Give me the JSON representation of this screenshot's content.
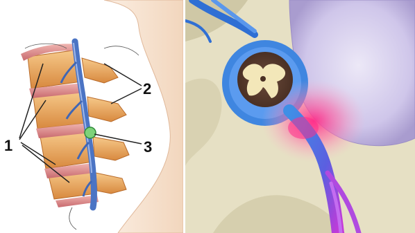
{
  "left_illustration": {
    "labels": {
      "one": "1",
      "two": "2",
      "three": "3"
    }
  },
  "right_illustration": {},
  "colors": {
    "skin": "#f7e2cf",
    "bone": "#e9a257",
    "disc": "#d98a8a",
    "nerve": "#4b74c4",
    "compression": "#ff2d8a",
    "nerve_root": "#9a52e6",
    "bone_right": "#e7e2c6"
  }
}
